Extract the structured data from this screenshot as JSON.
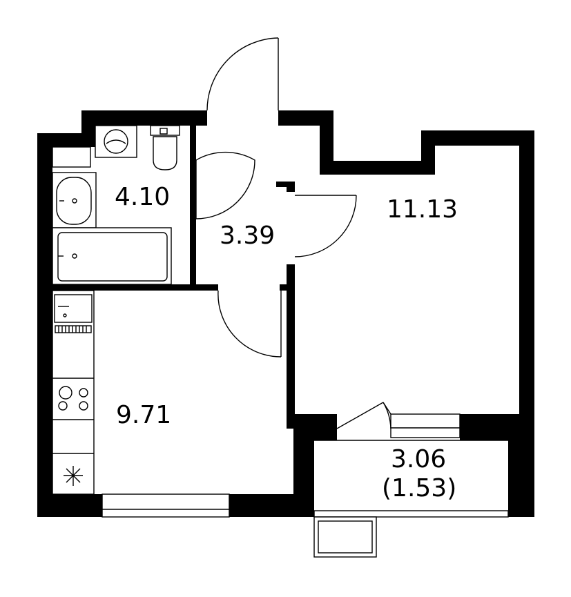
{
  "rooms": {
    "bathroom": {
      "area": "4.10"
    },
    "hallway": {
      "area": "3.39"
    },
    "living_room": {
      "area": "11.13"
    },
    "kitchen": {
      "area": "9.71"
    },
    "balcony": {
      "area": "3.06",
      "area_reduced": "(1.53)"
    }
  },
  "colors": {
    "walls": "#000000",
    "background": "#ffffff",
    "lines": "#000000"
  },
  "icons": [
    "washing-machine-icon",
    "toilet-icon",
    "sink-icon",
    "bathtub-icon",
    "kitchen-sink-icon",
    "radiator-icon",
    "stove-icon",
    "ventilation-icon"
  ]
}
